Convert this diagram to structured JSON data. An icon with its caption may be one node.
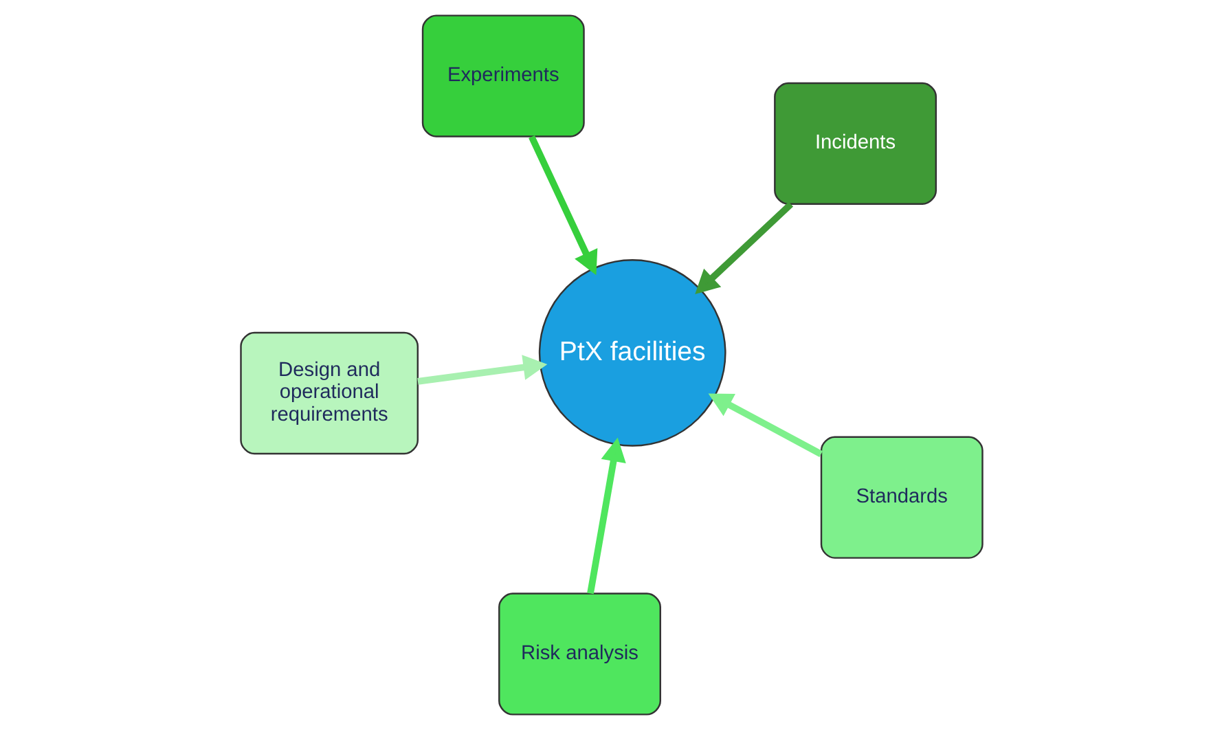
{
  "diagram": {
    "nodes": [
      {
        "text": [
          "Design and operational requirements"
        ]
      },
      {
        "text": [
          "Standards"
        ]
      },
      {
        "text": [
          "Risk analysis"
        ]
      },
      {
        "text": [
          "Experiments"
        ]
      },
      {
        "text": [
          "Incidents"
        ]
      },
      {
        "text": [
          "PtX facilities"
        ]
      }
    ],
    "edges": [
      {
        "from": 0,
        "to": 5,
        "arrow": "to",
        "color": "#a8f0b0"
      },
      {
        "from": 1,
        "to": 5,
        "arrow": "to",
        "color": "#7ef08c"
      },
      {
        "from": 2,
        "to": 5,
        "arrow": "to",
        "color": "#4fe65e"
      },
      {
        "from": 3,
        "to": 5,
        "arrow": "to",
        "color": "#36cf3c"
      },
      {
        "from": 4,
        "to": 5,
        "arrow": "to",
        "color": "#3f9a36"
      }
    ]
  }
}
